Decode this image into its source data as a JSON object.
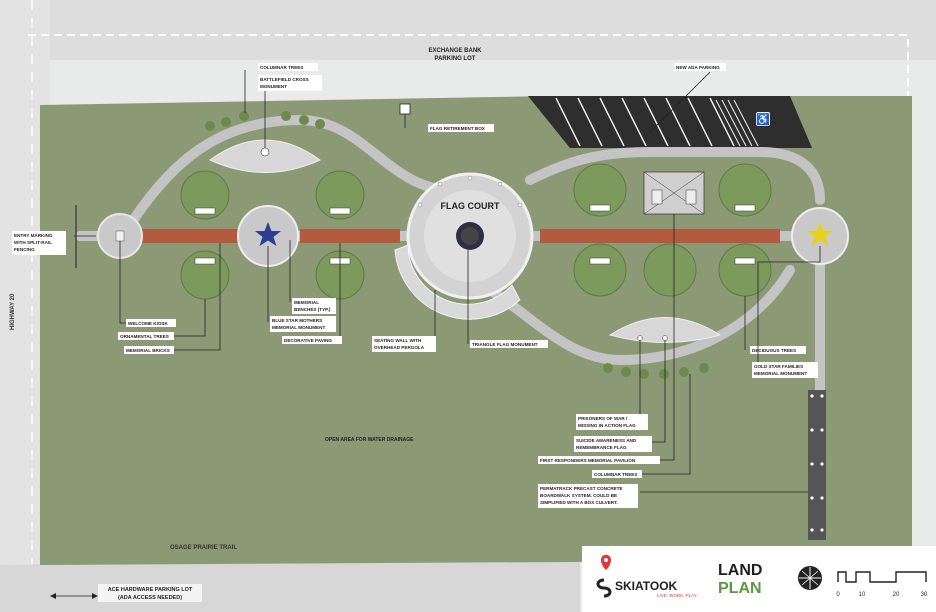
{
  "map": {
    "title": "FLAG COURT",
    "labels": {
      "exchange_bank_parking": [
        "EXCHANGE BANK",
        "PARKING LOT"
      ],
      "new_ada_parking": "NEW ADA PARKING",
      "columnar_trees_top": "COLUMNAR TREES",
      "battlefield_cross": [
        "BATTLEFIELD CROSS",
        "MONUMENT"
      ],
      "flag_retirement_box": "FLAG RETIREMENT BOX",
      "entry_marking": [
        "ENTRY MARKING",
        "WITH SPLIT-RAIL",
        "FENCING"
      ],
      "welcome_kiosk": "WELCOME KIOSK",
      "ornamental_trees": "ORNAMENTAL TREES",
      "memorial_bricks": "MEMORIAL BRICKS",
      "memorial_benches": [
        "MEMORIAL",
        "BENCHES (TYP.)"
      ],
      "blue_star_mothers": [
        "BLUE STAR MOTHERS",
        "MEMORIAL MONUMENT"
      ],
      "decorative_paving": "DECORATIVE PAVING",
      "seating_wall": [
        "SEATING WALL WITH",
        "OVERHEAD PERGOLA"
      ],
      "triangle_flag": "TRIANGLE FLAG MONUMENT",
      "deciduous_trees": "DECIDUOUS TREES",
      "gold_star_families": [
        "GOLD STAR FAMILIES",
        "MEMORIAL MONUMENT"
      ],
      "pow_mia_flag": [
        "PRISONERS OF WAR /",
        "MISSING IN ACTION FLAG"
      ],
      "suicide_awareness": [
        "SUICIDE AWARENESS AND",
        "REMEMBRANCE FLAG"
      ],
      "first_responders": "FIRST RESPONDERS MEMORIAL PAVILION",
      "columnar_trees_bottom": "COLUMNAR TREES",
      "permatrack": [
        "PERMATRACK PRECAST CONCRETE",
        "BOARDWALK SYSTEM. COULD BE",
        "SIMPLIFIED WITH A BOX CULVERT."
      ],
      "open_area": "OPEN AREA FOR WATER DRAINAGE",
      "highway": "HIGHWAY 20",
      "osage_trail": "OSAGE PRAIRIE TRAIL",
      "ace_hardware": [
        "ACE HARDWARE PARKING LOT",
        "(ADA ACCESS NEEDED)"
      ]
    },
    "logos": {
      "skiatook": "SKIATOOK",
      "skiatook_tagline": "LIVE. WORK. PLAY.",
      "landplan_line1": "LAND",
      "landplan_line2": "PLAN"
    },
    "scale_bar": {
      "ticks": [
        "0",
        "10",
        "20",
        "30"
      ]
    },
    "colors": {
      "grass": "#8b9a74",
      "path": "#c4c4c4",
      "brick": "#b35a3f",
      "tree": "#7c9a5c",
      "blue_star": "#2b3f94",
      "gold_star": "#e5d21f",
      "red_accent": "#e0393b",
      "landplan_green": "#5a9a3f"
    }
  }
}
